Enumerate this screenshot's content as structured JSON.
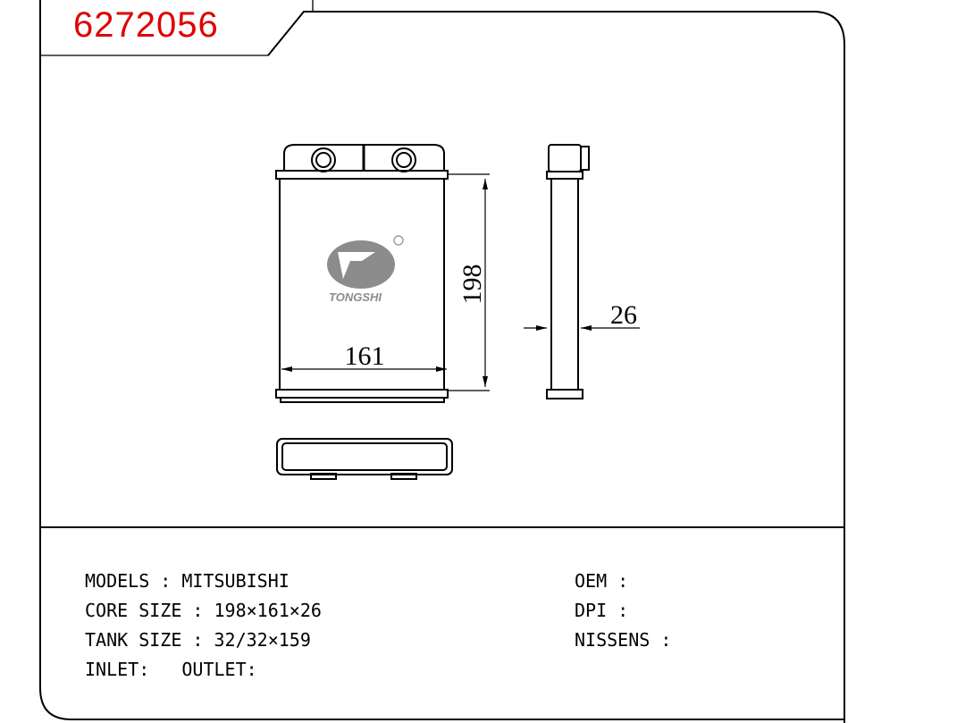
{
  "part_number": "6272056",
  "drawing": {
    "dimensions": {
      "height": "198",
      "width": "161",
      "thickness": "26"
    },
    "logo_text": "TONGSHI"
  },
  "specs_left": [
    {
      "label": "MODELS",
      "value": "MITSUBISHI"
    },
    {
      "label": "CORE SIZE",
      "value": "198×161×26"
    },
    {
      "label": "TANK SIZE",
      "value": "32/32×159"
    }
  ],
  "inlet_label": "INLET:",
  "outlet_label": "OUTLET:",
  "specs_right": [
    {
      "label": "OEM",
      "value": ""
    },
    {
      "label": "DPI",
      "value": ""
    },
    {
      "label": "NISSENS",
      "value": ""
    }
  ],
  "colors": {
    "part_number": "#e00000",
    "logo": "#8c8c8c"
  }
}
